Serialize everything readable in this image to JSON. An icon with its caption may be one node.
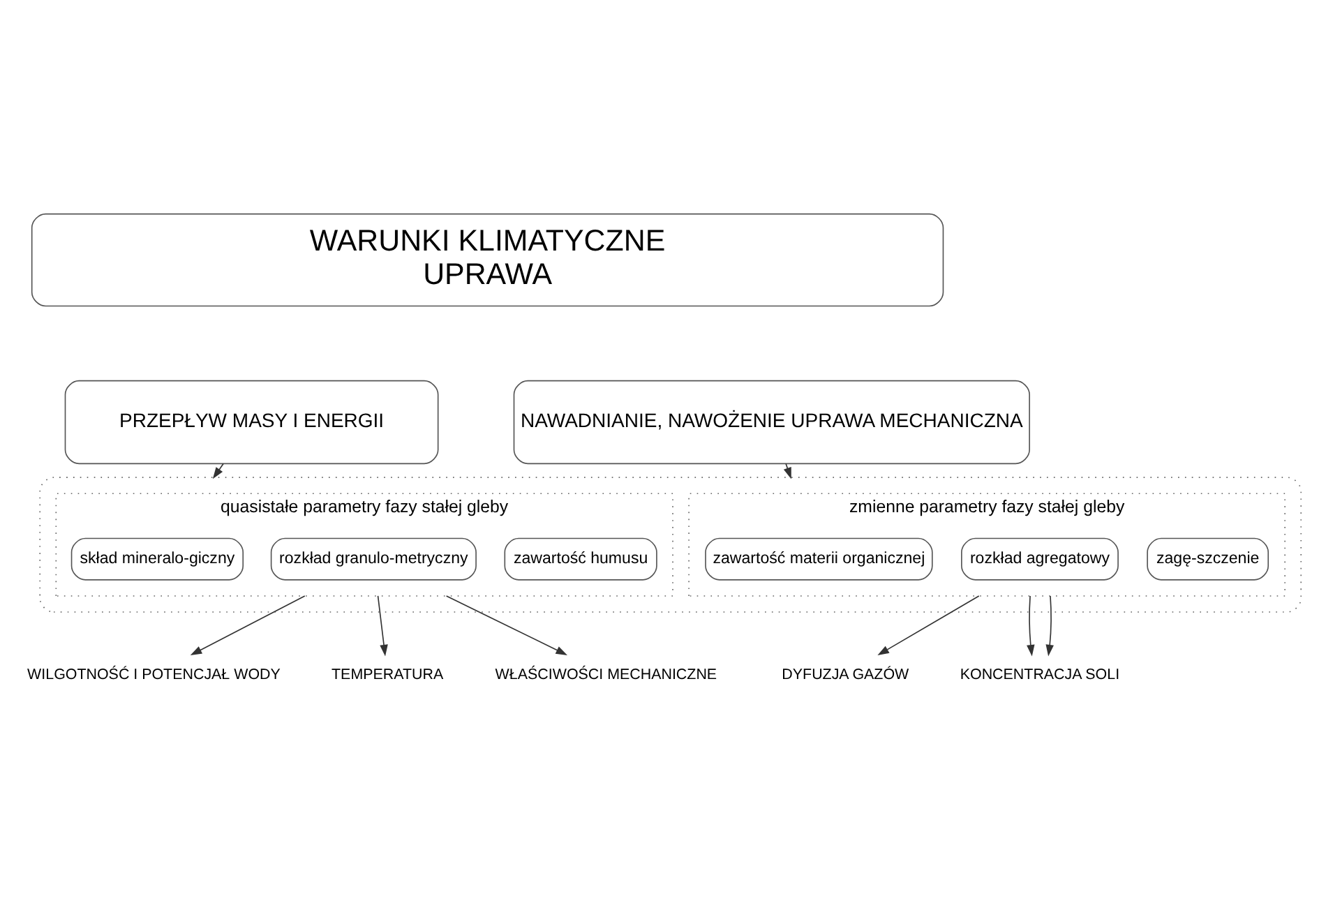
{
  "diagram": {
    "nodes": [
      {
        "text": [
          "WARUNKI KLIMATYCZNE",
          "UPRAWA"
        ]
      },
      {
        "text": [
          "PRZEPŁYW MASY I ENERGII"
        ]
      },
      {
        "text": [
          "NAWADNIANIE, NAWOŻENIE UPRAWA MECHANICZNA"
        ]
      },
      {
        "text": [],
        "shape": "box"
      },
      {
        "text": [
          "quasistałe parametry fazy stałej gleby"
        ],
        "in": 3
      },
      {
        "text": [
          "zmienne parametry fazy stałej gleby"
        ],
        "in": 3
      },
      {
        "text": [
          "skład mineralo-giczny"
        ],
        "in": 4
      },
      {
        "text": [
          "rozkład granulo-metryczny"
        ],
        "in": 4
      },
      {
        "text": [
          "zawartość humusu"
        ],
        "in": 4
      },
      {
        "text": [
          "zawartość materii organicznej"
        ],
        "in": 5
      },
      {
        "text": [
          "rozkład agregatowy"
        ],
        "in": 5
      },
      {
        "text": [
          "zagę-szczenie"
        ],
        "in": 5
      },
      {
        "text": [
          "WILGOTNOŚĆ I POTENCJAŁ WODY"
        ]
      },
      {
        "text": [
          "TEMPERATURA"
        ]
      },
      {
        "text": [
          "WŁAŚCIWOŚCI MECHANICZNE"
        ]
      },
      {
        "text": [
          "DYFUZJA GAZÓW"
        ]
      },
      {
        "text": [
          "KONCENTRACJA SOLI"
        ]
      }
    ],
    "edges": [
      {
        "from": 1,
        "to": 3,
        "arrow": "to"
      },
      {
        "from": 2,
        "to": 3,
        "arrow": "to"
      },
      {
        "from": 4,
        "to": 12,
        "arrow": "to"
      },
      {
        "from": 4,
        "to": 13,
        "arrow": "to"
      },
      {
        "from": 4,
        "to": 14,
        "arrow": "to"
      },
      {
        "from": 5,
        "to": 15,
        "arrow": "to"
      },
      {
        "from": 5,
        "to": 16,
        "arrow": "to"
      },
      {
        "from": 5,
        "to": 16,
        "arrow": "to"
      }
    ]
  }
}
